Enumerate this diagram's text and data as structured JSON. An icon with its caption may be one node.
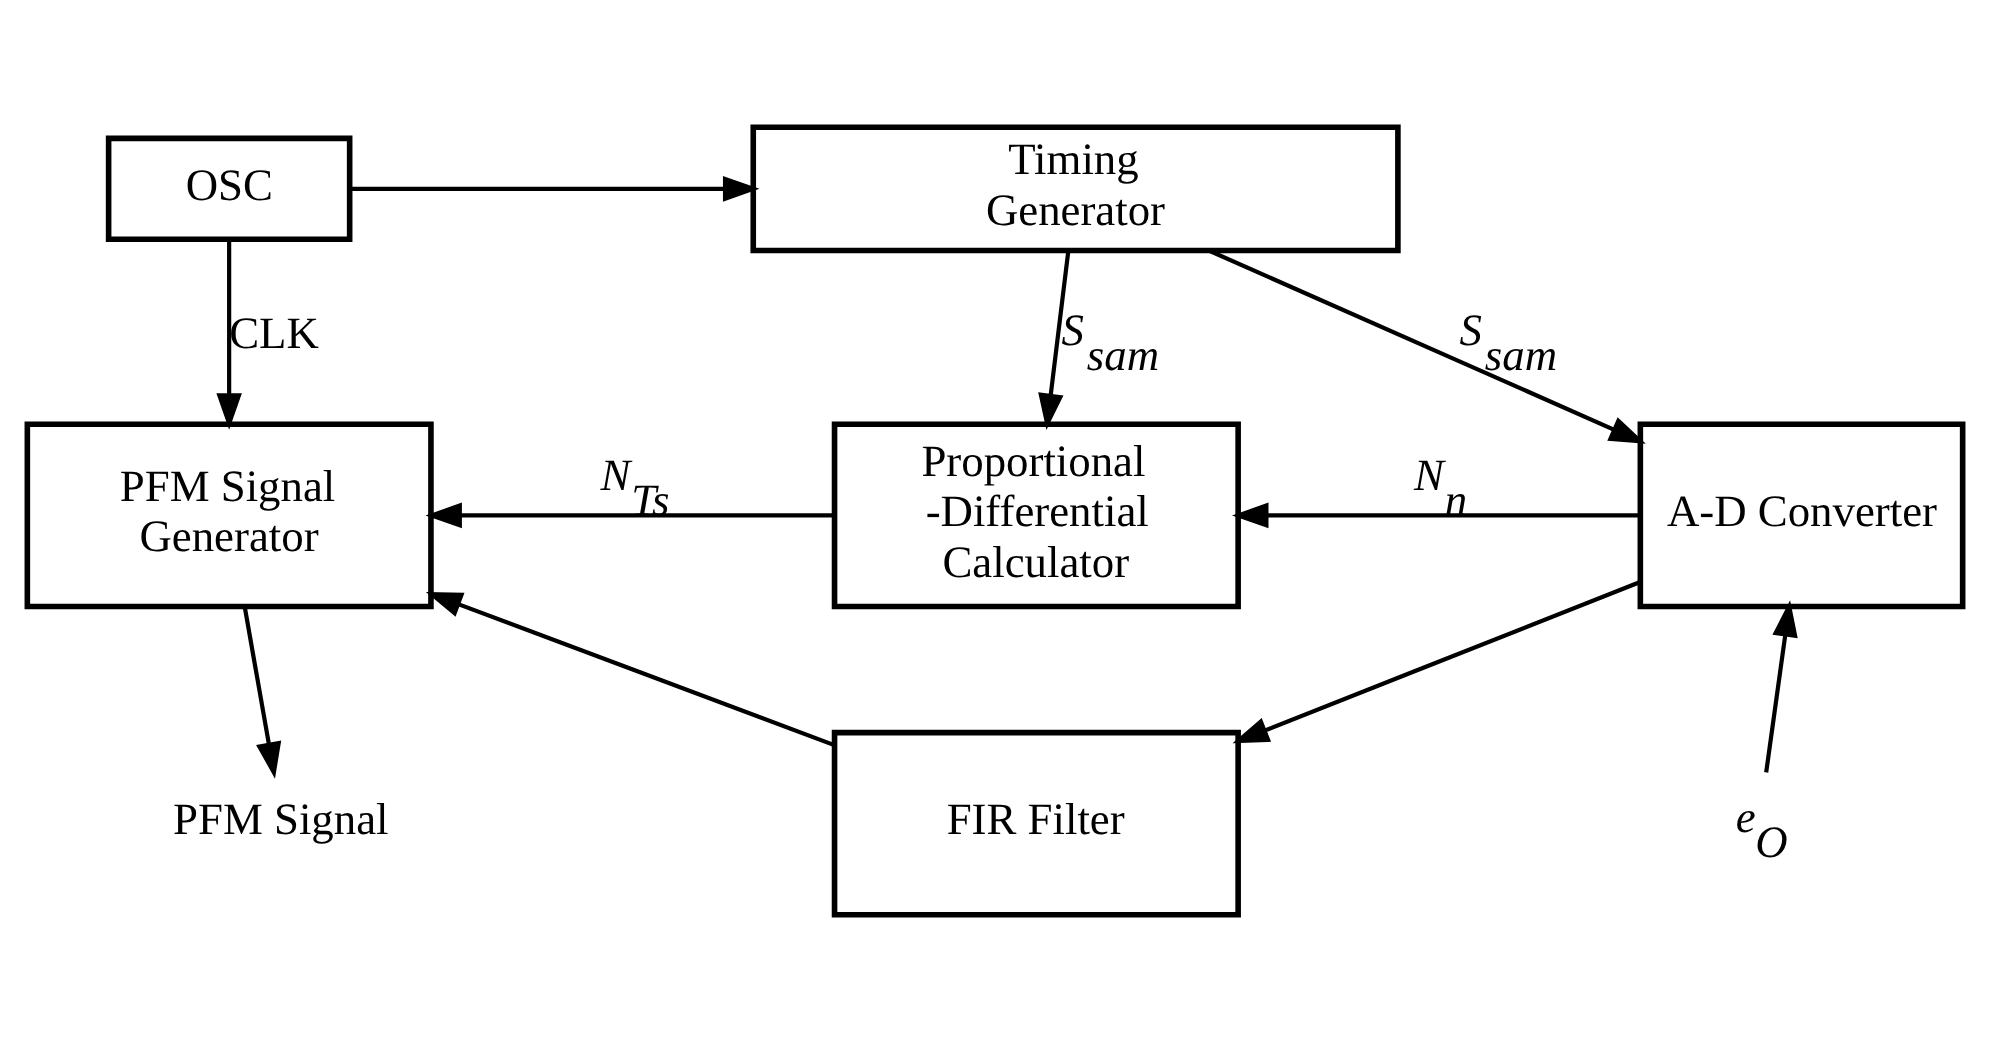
{
  "diagram": {
    "nodes": [
      {
        "text": [
          "OSC"
        ]
      },
      {
        "text": [
          "Timing Generator"
        ]
      },
      {
        "text": [
          "Proportional -Differential Calculator"
        ]
      },
      {
        "text": [
          "PFM Signal Generator"
        ]
      },
      {
        "text": [
          "FIR Filter"
        ]
      },
      {
        "text": [
          "A-D Converter"
        ]
      },
      {
        "text": [
          "PFM Signal"
        ]
      },
      {
        "text": [
          "e$_{O}$"
        ]
      }
    ],
    "edges": [
      {
        "from": 0,
        "to": 1,
        "arrow": "to"
      },
      {
        "from": 0,
        "to": 3,
        "arrow": "to",
        "label": "CLK"
      },
      {
        "from": 1,
        "to": 2,
        "arrow": "to",
        "label": "S$_{sam}$"
      },
      {
        "from": 1,
        "to": 5,
        "arrow": "to",
        "label": "S$_{sam}$"
      },
      {
        "from": 2,
        "to": 3,
        "arrow": "to",
        "label": "N$_{Ts}$"
      },
      {
        "from": 4,
        "to": 3,
        "arrow": "to"
      },
      {
        "from": 5,
        "to": 2,
        "arrow": "to",
        "label": "N$_{n}$"
      },
      {
        "from": 5,
        "to": 4,
        "arrow": "to"
      },
      {
        "from": 3,
        "to": 6,
        "arrow": "to"
      },
      {
        "from": 7,
        "to": 5,
        "arrow": "to"
      }
    ]
  }
}
